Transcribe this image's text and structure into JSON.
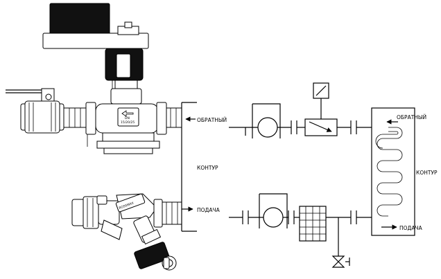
{
  "labels": {
    "return": "ОБРАТНЫЙ",
    "circuit": "КОНТУР",
    "supply": "ПОДАЧА"
  },
  "valve_marking": {
    "line1": "DN",
    "line2": "15/20/25"
  },
  "stabilizer_marking": "ROSSMAX"
}
